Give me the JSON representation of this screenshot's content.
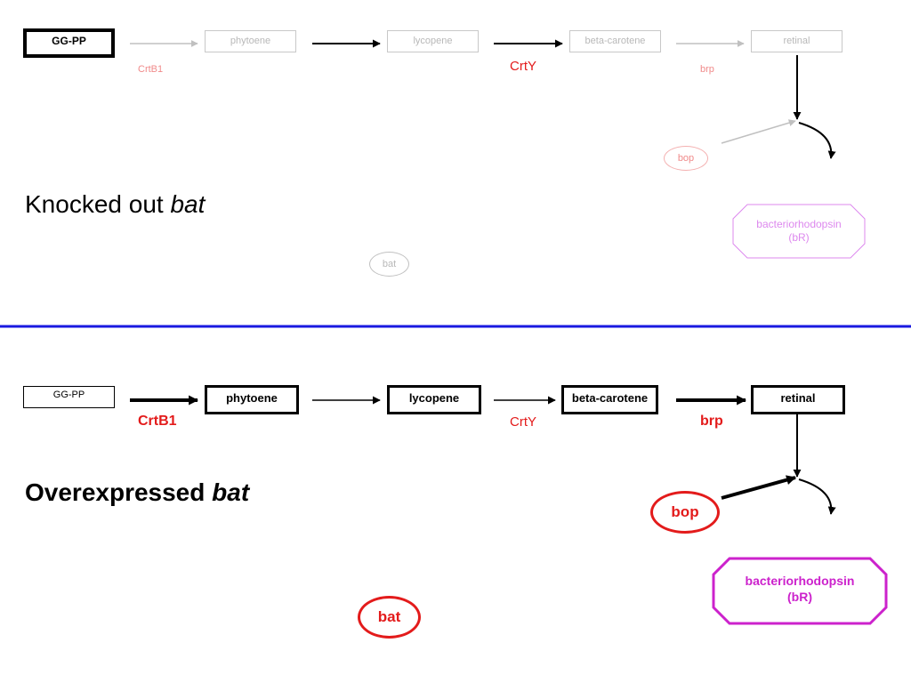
{
  "colors": {
    "divider": "#1a1ae0",
    "enzyme_red": "#e31b1b",
    "faded_red": "#f08a8a",
    "faded_gray": "#b8b8b8",
    "br_purple": "#cc22cc",
    "br_faded": "#dd88ee"
  },
  "knocked_out": {
    "title": "Knocked out",
    "title_gene": "bat",
    "pathway": [
      "GG-PP",
      "phytoene",
      "lycopene",
      "beta-carotene",
      "retinal"
    ],
    "enzymes": {
      "crtb1": "CrtB1",
      "crty": "CrtY",
      "brp": "brp"
    },
    "bop": "bop",
    "product_line1": "bacteriorhodopsin",
    "product_line2": "(bR)",
    "bat": "bat"
  },
  "overexpressed": {
    "title": "Overexpressed",
    "title_gene": "bat",
    "pathway": [
      "GG-PP",
      "phytoene",
      "lycopene",
      "beta-carotene",
      "retinal"
    ],
    "enzymes": {
      "crtb1": "CrtB1",
      "crty": "CrtY",
      "brp": "brp"
    },
    "bop": "bop",
    "product_line1": "bacteriorhodopsin",
    "product_line2": "(bR)",
    "bat": "bat"
  }
}
